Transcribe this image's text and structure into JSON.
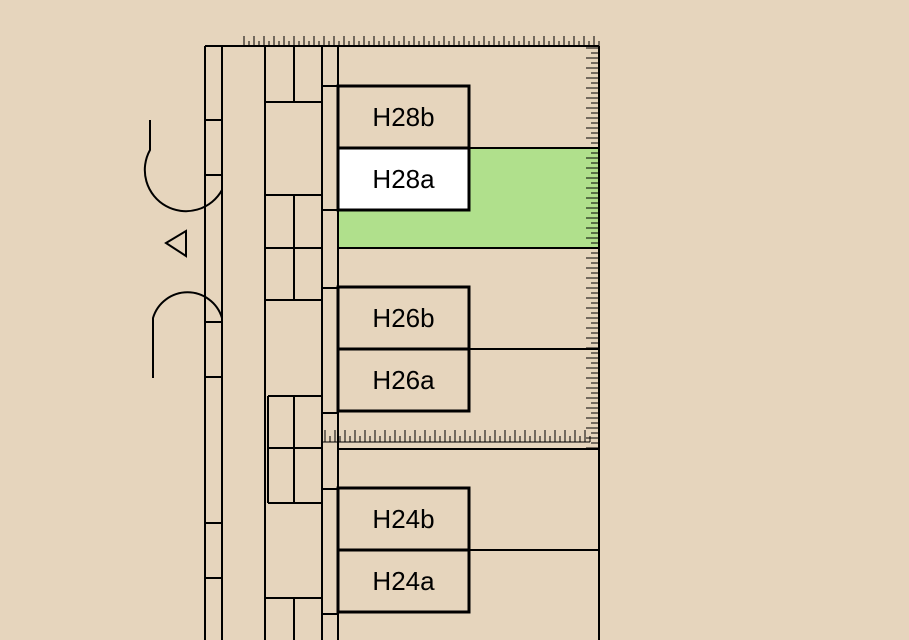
{
  "colors": {
    "background": "#e6d5bd",
    "stroke": "#000000",
    "highlight": "#b0e08c",
    "selected": "#ffffff"
  },
  "units": [
    {
      "id": "h28b",
      "label": "H28b",
      "state": "normal"
    },
    {
      "id": "h28a",
      "label": "H28a",
      "state": "selected"
    },
    {
      "id": "h26b",
      "label": "H26b",
      "state": "normal"
    },
    {
      "id": "h26a",
      "label": "H26a",
      "state": "normal"
    },
    {
      "id": "h24b",
      "label": "H24b",
      "state": "normal"
    },
    {
      "id": "h24a",
      "label": "H24a",
      "state": "normal"
    }
  ],
  "icons": {
    "direction": "triangle-left-icon",
    "upper_arc": "curve-arc-icon",
    "lower_arc": "curve-arc-icon"
  }
}
